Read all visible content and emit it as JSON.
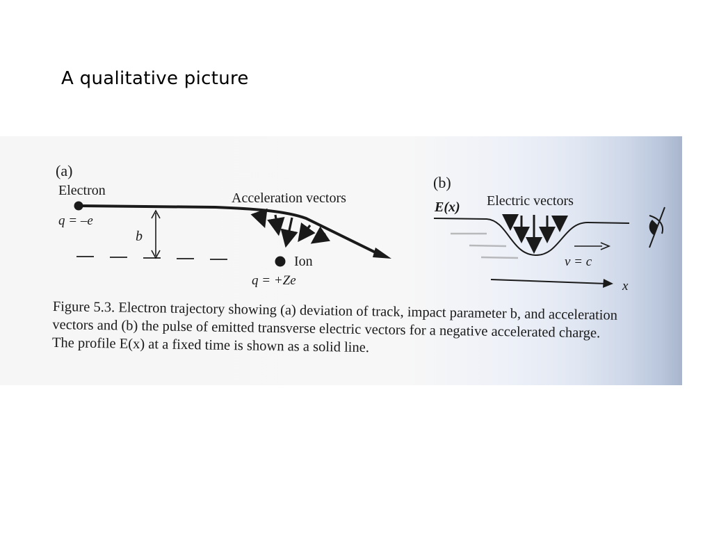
{
  "slide": {
    "title": "A qualitative picture"
  },
  "figure": {
    "panel_a": {
      "label": "(a)",
      "electron_label": "Electron",
      "electron_charge": "q = –e",
      "impact_parameter": "b",
      "acceleration_label": "Acceleration vectors",
      "ion_label": "Ion",
      "ion_charge": "q = +Ze"
    },
    "panel_b": {
      "label": "(b)",
      "field_label": "E(x)",
      "electric_vectors_label": "Electric vectors",
      "velocity_label": "v = c",
      "axis_label": "x"
    },
    "caption": {
      "lines": [
        "Figure 5.3.  Electron trajectory showing (a) deviation of track, impact parameter b, and acceleration",
        "vectors and (b) the pulse of emitted transverse electric vectors for a negative accelerated charge.",
        "The profile E(x) at a fixed time is shown as a solid line."
      ]
    }
  },
  "colors": {
    "ink": "#1a1a1a",
    "background": "#f6f6f6",
    "bleed": "#b9c6dc"
  }
}
